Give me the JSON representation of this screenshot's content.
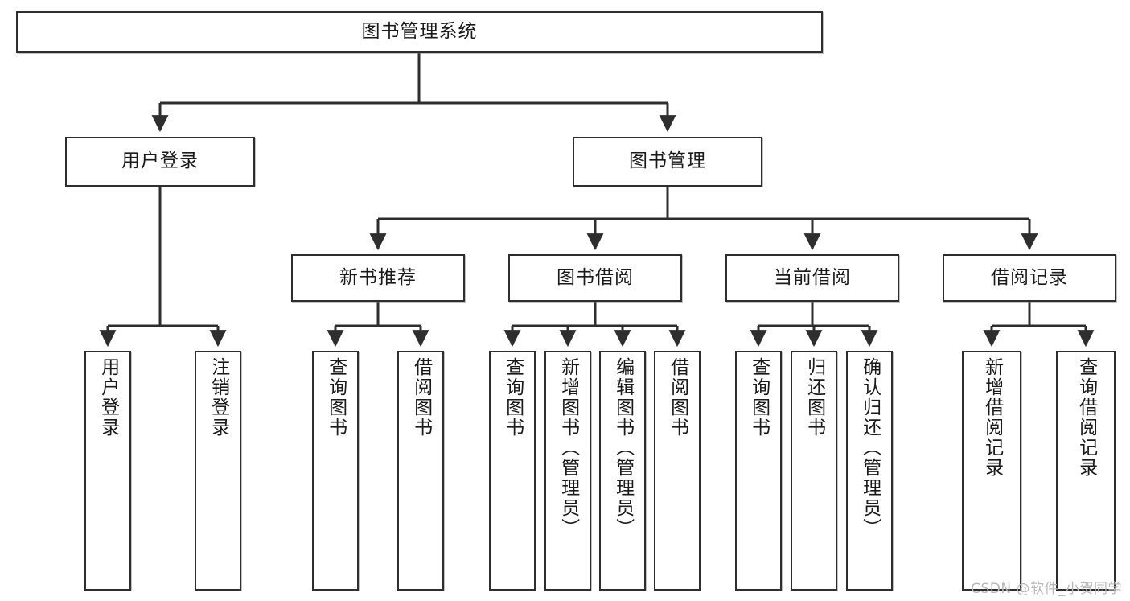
{
  "diagram": {
    "type": "hierarchy-tree",
    "title": "图书管理系统",
    "orientation": "top-down",
    "watermark": "CSDN @软件_小贺同学",
    "colors": {
      "box_border": "#2e2e2e",
      "box_fill": "#ffffff",
      "connector": "#2e2e2e",
      "text": "#1a1a1a",
      "watermark": "#b9b9b9"
    },
    "levels": {
      "root": "图书管理系统",
      "level2": [
        "用户登录",
        "图书管理"
      ],
      "level3": [
        "新书推荐",
        "图书借阅",
        "当前借阅",
        "借阅记录"
      ],
      "level4": [
        "用户登录",
        "注销登录",
        "查询图书",
        "借阅图书",
        "查询图书",
        "新增图书（管理员）",
        "编辑图书（管理员）",
        "借阅图书",
        "查询图书",
        "归还图书",
        "确认归还（管理员）",
        "新增借阅记录",
        "查询借阅记录"
      ]
    },
    "nodes": {
      "root": {
        "label": "图书管理系统"
      },
      "user_login": {
        "label": "用户登录"
      },
      "book_manage": {
        "label": "图书管理"
      },
      "new_book_rec": {
        "label": "新书推荐"
      },
      "book_borrow": {
        "label": "图书借阅"
      },
      "current_borrow": {
        "label": "当前借阅"
      },
      "borrow_record": {
        "label": "借阅记录"
      },
      "leaf_user_login": {
        "label": "用户登录"
      },
      "leaf_logout": {
        "label": "注销登录"
      },
      "leaf_query_book_a": {
        "label": "查询图书"
      },
      "leaf_borrow_book_a": {
        "label": "借阅图书"
      },
      "leaf_query_book_b": {
        "label": "查询图书"
      },
      "leaf_add_book": {
        "label": "新增图书（管理员）"
      },
      "leaf_edit_book": {
        "label": "编辑图书（管理员）"
      },
      "leaf_borrow_book_b": {
        "label": "借阅图书"
      },
      "leaf_query_book_c": {
        "label": "查询图书"
      },
      "leaf_return_book": {
        "label": "归还图书"
      },
      "leaf_confirm_return": {
        "label": "确认归还（管理员）"
      },
      "leaf_add_record": {
        "label": "新增借阅记录"
      },
      "leaf_query_record": {
        "label": "查询借阅记录"
      }
    }
  }
}
